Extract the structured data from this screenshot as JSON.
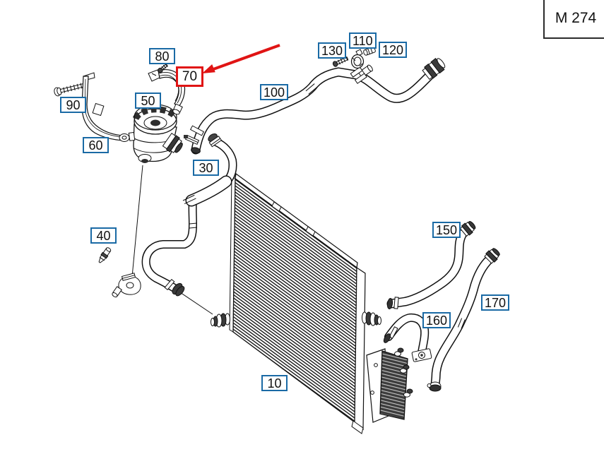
{
  "diagram": {
    "engine_code": "M 274",
    "highlighted_part": "70",
    "colors": {
      "label_border": "#1a6aa5",
      "highlight_border": "#e01414",
      "arrow": "#e01414",
      "line_art": "#111111",
      "background": "#ffffff"
    },
    "labels": [
      {
        "number": "10"
      },
      {
        "number": "30"
      },
      {
        "number": "40"
      },
      {
        "number": "50"
      },
      {
        "number": "60"
      },
      {
        "number": "70",
        "highlighted": true
      },
      {
        "number": "80"
      },
      {
        "number": "90"
      },
      {
        "number": "100"
      },
      {
        "number": "110"
      },
      {
        "number": "120"
      },
      {
        "number": "130"
      },
      {
        "number": "150"
      },
      {
        "number": "160"
      },
      {
        "number": "170"
      }
    ]
  }
}
